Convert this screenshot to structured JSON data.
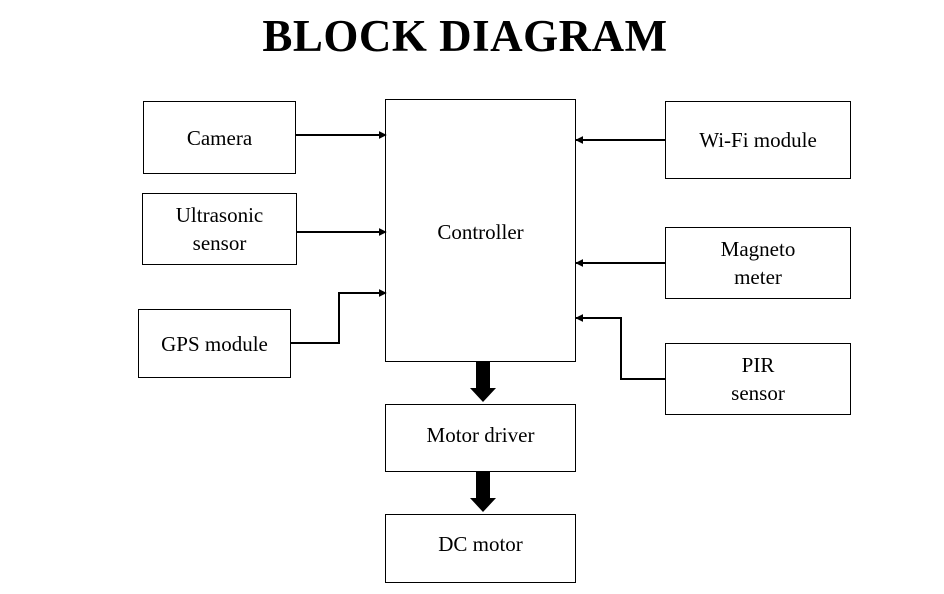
{
  "title": "BLOCK DIAGRAM",
  "blocks": {
    "camera": "Camera",
    "ultrasonic": "Ultrasonic\nsensor",
    "gps": "GPS module",
    "controller": "Controller",
    "wifi": "Wi-Fi module",
    "magnetometer": "Magneto\nmeter",
    "pir": "PIR\nsensor",
    "motor_driver": "Motor driver",
    "dc_motor": "DC motor"
  },
  "colors": {
    "stroke": "#000000",
    "background": "#ffffff"
  }
}
